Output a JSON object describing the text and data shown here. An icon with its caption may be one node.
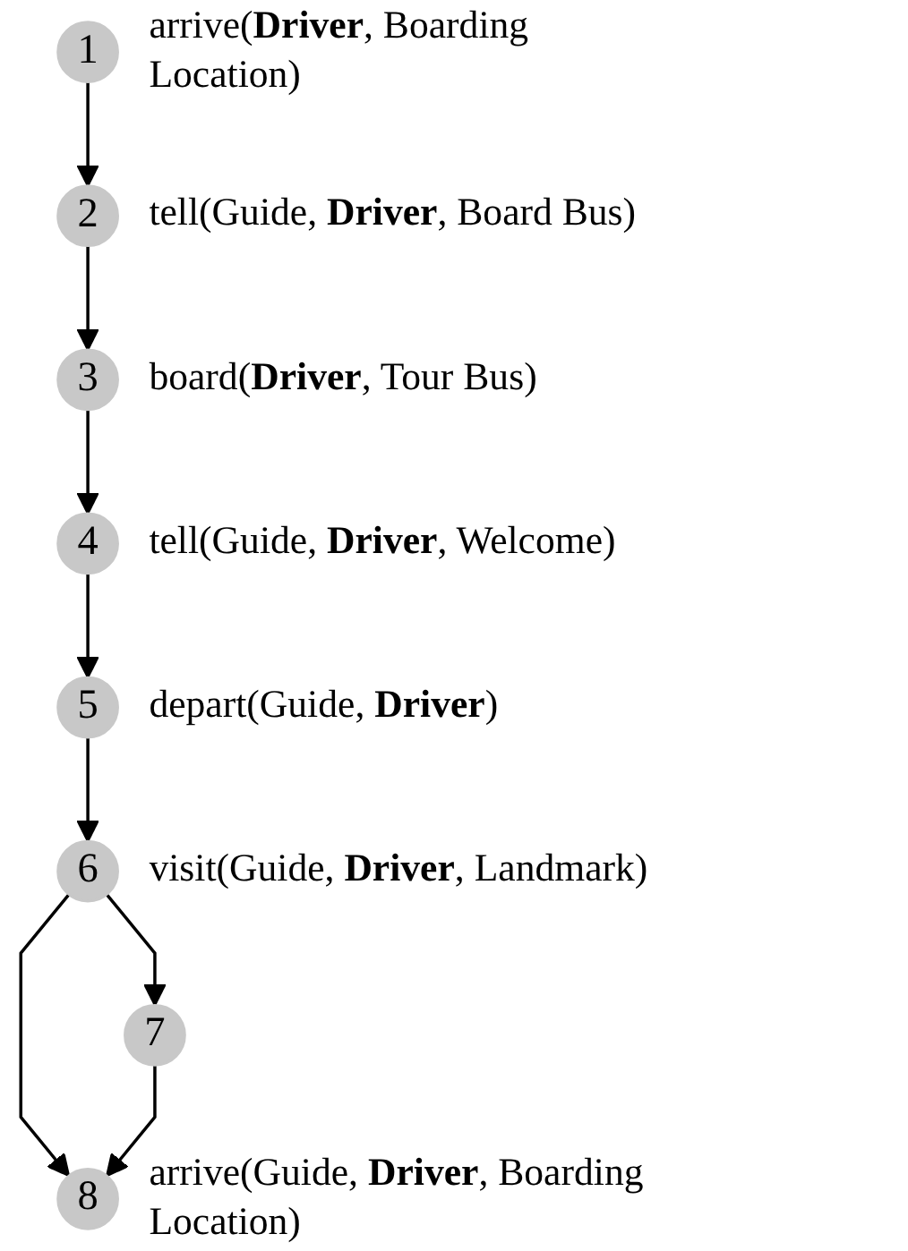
{
  "diagram": {
    "nodes": [
      {
        "text": [
          "1"
        ],
        "beside": [
          "arrive(**Driver**, Boarding Location)"
        ]
      },
      {
        "text": [
          "2"
        ],
        "beside": [
          "tell(Guide, **Driver**, Board Bus)"
        ]
      },
      {
        "text": [
          "3"
        ],
        "beside": [
          "board(**Driver**, Tour Bus)"
        ]
      },
      {
        "text": [
          "4"
        ],
        "beside": [
          "tell(Guide, **Driver**, Welcome)"
        ]
      },
      {
        "text": [
          "5"
        ],
        "beside": [
          "depart(Guide, **Driver**)"
        ]
      },
      {
        "text": [
          "6"
        ],
        "beside": [
          "visit(Guide, **Driver**, Landmark)"
        ]
      },
      {
        "text": [
          "7"
        ]
      },
      {
        "text": [
          "8"
        ],
        "beside": [
          "arrive(Guide, **Driver**, Boarding Location)"
        ]
      }
    ],
    "edges": [
      {
        "from": 0,
        "to": 1,
        "arrow": "to"
      },
      {
        "from": 1,
        "to": 2,
        "arrow": "to"
      },
      {
        "from": 2,
        "to": 3,
        "arrow": "to"
      },
      {
        "from": 3,
        "to": 4,
        "arrow": "to"
      },
      {
        "from": 4,
        "to": 5,
        "arrow": "to"
      },
      {
        "from": 5,
        "to": 6,
        "arrow": "to"
      },
      {
        "from": 5,
        "to": 7,
        "arrow": "to"
      },
      {
        "from": 6,
        "to": 7,
        "arrow": "to"
      }
    ]
  }
}
